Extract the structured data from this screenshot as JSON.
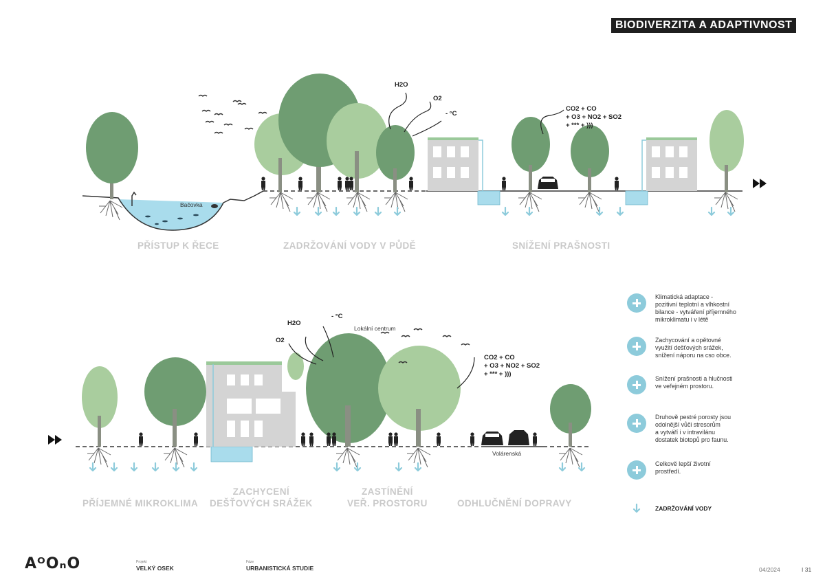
{
  "header": {
    "title": "BIODIVERZITA A ADAPTIVNOST"
  },
  "section_top": {
    "labels": {
      "river_name": "Bačovka"
    },
    "chem_h2o": "H2O",
    "chem_o2": "O2",
    "chem_temp": "- °C",
    "chem_pollution": "CO2 + CO\n+ O3 + NO2 + SO2\n+ *** + )))",
    "captions": {
      "river_access": "PŘÍSTUP K ŘECE",
      "soil_water": "ZADRŽOVÁNÍ VODY V PŮDĚ",
      "dust": "SNÍŽENÍ PRAŠNOSTI"
    }
  },
  "section_bottom": {
    "labels": {
      "local_centre": "Lokální centrum",
      "street_name": "Volárenská"
    },
    "chem_h2o": "H2O",
    "chem_o2": "O2",
    "chem_temp": "- °C",
    "chem_pollution": "CO2 + CO\n+ O3 + NO2 + SO2\n+ *** + )))",
    "captions": {
      "microclimate": "PŘÍJEMNÉ MIKROKLIMA",
      "rain_capture": "ZACHYCENÍ\nDEŠŤOVÝCH SRÁŽEK",
      "shading": "ZASTÍNĚNÍ\nVEŘ. PROSTORU",
      "noise": "ODHLUČNĚNÍ DOPRAVY"
    }
  },
  "legend": {
    "items": [
      "Klimatická adaptace -\npozitivní teplotní a vlhkostní\nbilance - vytváření příjemného\nmikroklimatu i v létě",
      "Zachycování a opětovné\nvyužití dešťových srážek,\nsnížení náporu na cso obce.",
      "Snížení prašnosti a hlučnosti\nve veřejném prostoru.",
      "Druhově pestré porosty jsou\nodolnější vůči stresorům\na vytváří i v intravilánu\ndostatek biotopů pro faunu.",
      "Celkově lepší životní\nprostředí."
    ],
    "water_label": "ZADRŽOVÁNÍ VODY"
  },
  "footer": {
    "logo": "AᴼOₙO",
    "project_small": "Projekt",
    "project": "VELKÝ OSEK",
    "phase_small": "Fáze",
    "phase": "URBANISTICKÁ STUDIE",
    "date": "04/2024",
    "page": "I  31"
  },
  "colors": {
    "tree_dark": "#6f9d72",
    "tree_light": "#a9cd9e",
    "water": "#a9dcec",
    "arrow": "#8dcbdb",
    "building": "#d4d4d4",
    "caption": "#c9c9c9"
  }
}
